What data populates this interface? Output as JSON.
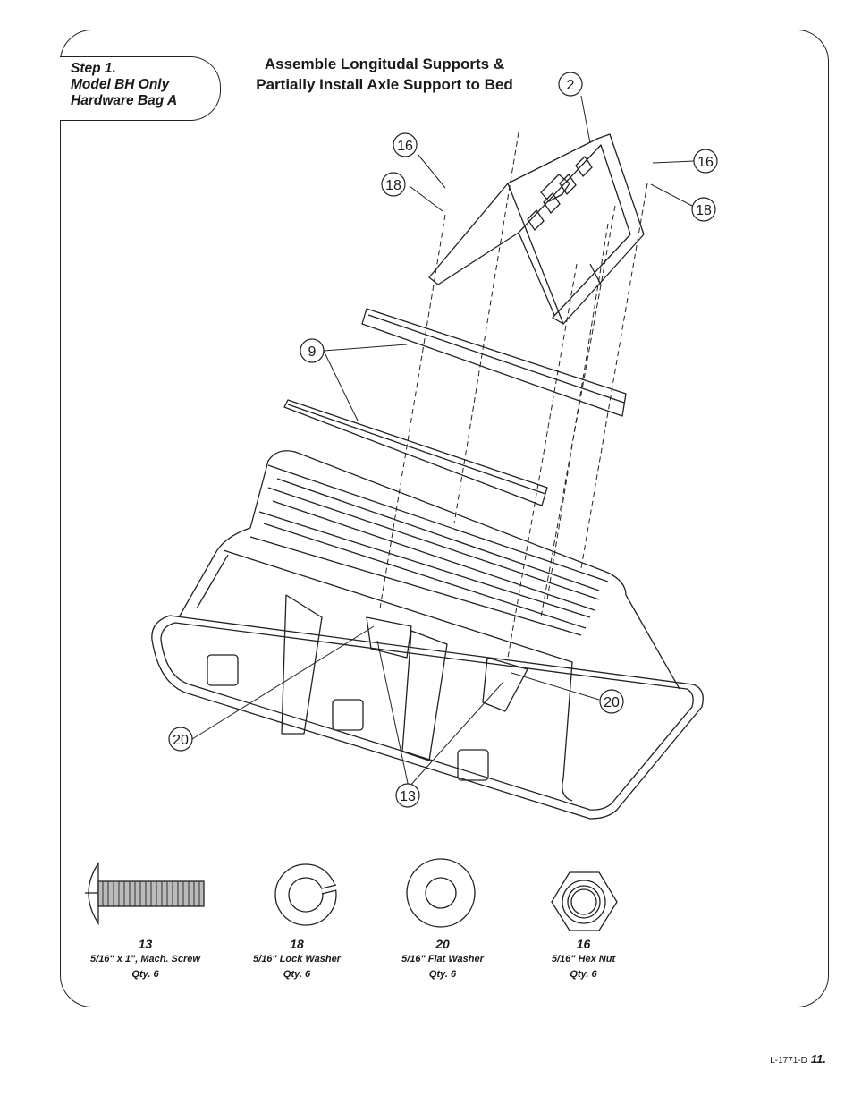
{
  "step": {
    "line1": "Step 1.",
    "line2": "Model BH Only",
    "line3": "Hardware Bag A"
  },
  "title": {
    "line1": "Assemble Longitudal Supports &",
    "line2": "Partially Install Axle Support to Bed"
  },
  "callouts": {
    "c2": "2",
    "c16_left": "16",
    "c18_left": "18",
    "c16_right": "16",
    "c18_right": "18",
    "c9": "9",
    "c20_right": "20",
    "c20_left": "20",
    "c13": "13"
  },
  "hardware": [
    {
      "num": "13",
      "desc": "5/16\" x 1\", Mach. Screw",
      "qty": "Qty. 6",
      "icon": "machine-screw-icon"
    },
    {
      "num": "18",
      "desc": "5/16\" Lock Washer",
      "qty": "Qty. 6",
      "icon": "lock-washer-icon"
    },
    {
      "num": "20",
      "desc": "5/16\" Flat Washer",
      "qty": "Qty. 6",
      "icon": "flat-washer-icon"
    },
    {
      "num": "16",
      "desc": "5/16\" Hex Nut",
      "qty": "Qty. 6",
      "icon": "hex-nut-icon"
    }
  ],
  "footer": {
    "doc_code": "L-1771-D",
    "page": "11."
  }
}
